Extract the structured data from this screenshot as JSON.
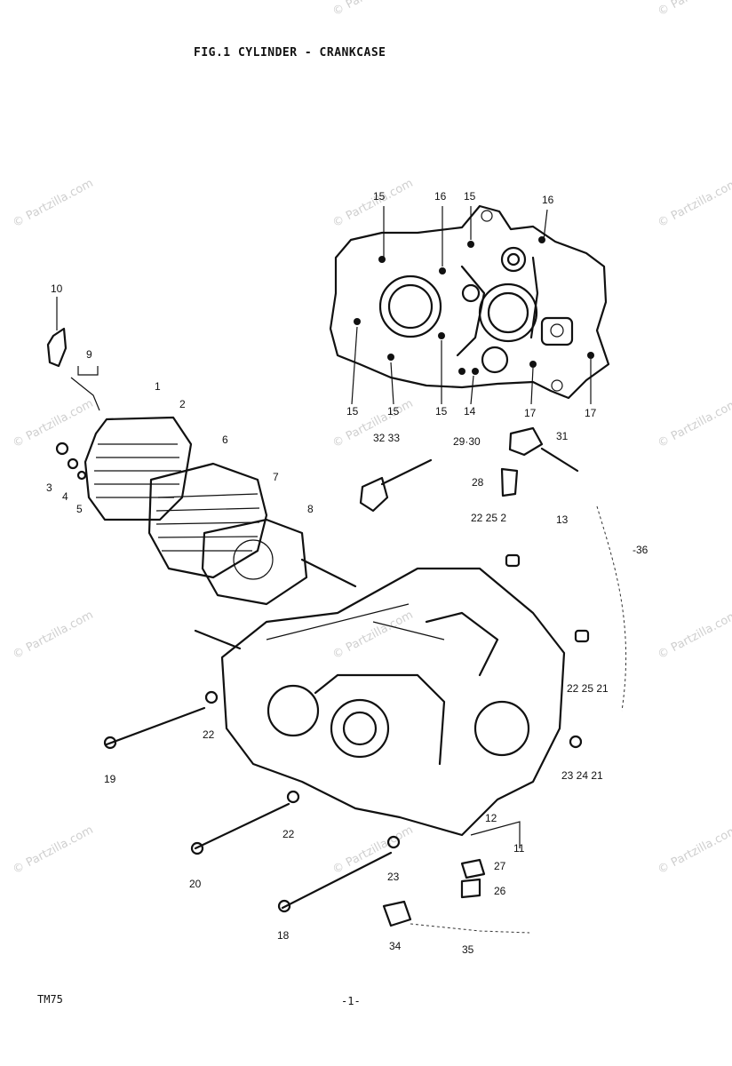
{
  "title": "FIG.1  CYLINDER - CRANKCASE",
  "footer": {
    "model": "TM75",
    "page": "-1-"
  },
  "watermark": "© Partzilla.com",
  "callouts": [
    {
      "id": "c15a",
      "text": "15"
    },
    {
      "id": "c16a",
      "text": "16"
    },
    {
      "id": "c15b",
      "text": "15"
    },
    {
      "id": "c16b",
      "text": "16"
    },
    {
      "id": "c10",
      "text": "10"
    },
    {
      "id": "c9",
      "text": "9"
    },
    {
      "id": "c1",
      "text": "1"
    },
    {
      "id": "c2",
      "text": "2"
    },
    {
      "id": "c6",
      "text": "6"
    },
    {
      "id": "c7",
      "text": "7"
    },
    {
      "id": "c8",
      "text": "8"
    },
    {
      "id": "c3",
      "text": "3"
    },
    {
      "id": "c4",
      "text": "4"
    },
    {
      "id": "c5",
      "text": "5"
    },
    {
      "id": "c15c",
      "text": "15"
    },
    {
      "id": "c15d",
      "text": "15"
    },
    {
      "id": "c15e",
      "text": "15"
    },
    {
      "id": "c14",
      "text": "14"
    },
    {
      "id": "c17a",
      "text": "17"
    },
    {
      "id": "c17b",
      "text": "17"
    },
    {
      "id": "c3233",
      "text": "32 33"
    },
    {
      "id": "c2930",
      "text": "29·30"
    },
    {
      "id": "c31",
      "text": "31"
    },
    {
      "id": "c28",
      "text": "28"
    },
    {
      "id": "c2225a",
      "text": "22 25  2"
    },
    {
      "id": "c13",
      "text": "13"
    },
    {
      "id": "c36",
      "text": "-36"
    },
    {
      "id": "c2225b",
      "text": "22 25  21"
    },
    {
      "id": "c22a",
      "text": "22"
    },
    {
      "id": "c19",
      "text": "19"
    },
    {
      "id": "c232421",
      "text": "23 24  21"
    },
    {
      "id": "c22b",
      "text": "22"
    },
    {
      "id": "c12",
      "text": "12"
    },
    {
      "id": "c11",
      "text": "11"
    },
    {
      "id": "c20",
      "text": "20"
    },
    {
      "id": "c23",
      "text": "23"
    },
    {
      "id": "c27",
      "text": "27"
    },
    {
      "id": "c26",
      "text": "26"
    },
    {
      "id": "c18",
      "text": "18"
    },
    {
      "id": "c34",
      "text": "34"
    },
    {
      "id": "c35",
      "text": "35"
    }
  ]
}
